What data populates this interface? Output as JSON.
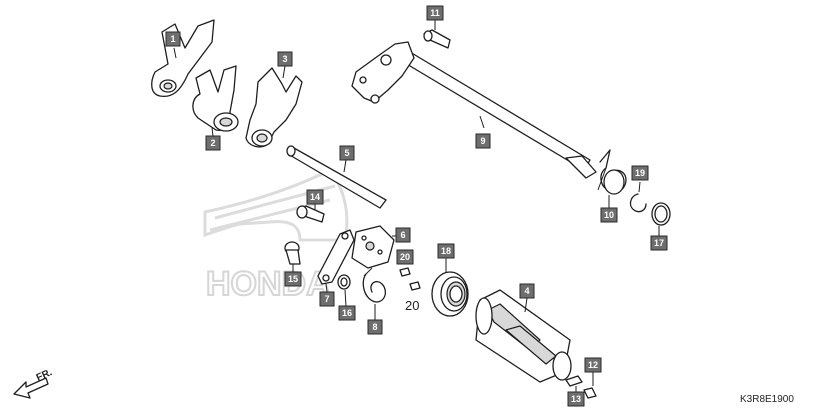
{
  "diagram": {
    "part_code": "K3R8E1900",
    "front_marker": "FR.",
    "watermark_text": "HONDA",
    "plain_labels": [
      "20"
    ],
    "callouts": [
      "1",
      "2",
      "3",
      "4",
      "5",
      "6",
      "7",
      "8",
      "9",
      "10",
      "11",
      "12",
      "13",
      "14",
      "15",
      "16",
      "17",
      "18",
      "19",
      "20"
    ]
  }
}
